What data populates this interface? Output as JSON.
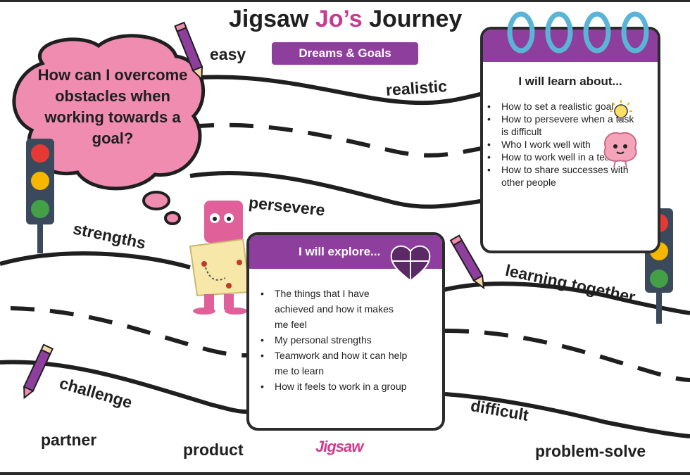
{
  "title": {
    "prefix": "Jigsaw ",
    "highlight": "Jo’s",
    "suffix": " Journey"
  },
  "subtitle_pill": "Dreams & Goals",
  "thought_bubble": {
    "question": "How can I overcome obstacles when working towards a goal?"
  },
  "road_words": {
    "easy": "easy",
    "realistic": "realistic",
    "persevere": "persevere",
    "strengths": "strengths",
    "learning_together": "learning together",
    "challenge": "challenge",
    "difficult": "difficult",
    "partner": "partner",
    "product": "product",
    "problem_solve": "problem-solve"
  },
  "learn_card": {
    "heading": "I will learn about...",
    "items": [
      "How to set a realistic goal",
      "How to persevere when a task is difficult",
      "Who I work well with",
      "How to work well in a team",
      "How to share successes with other people"
    ]
  },
  "explore_card": {
    "heading": "I will explore...",
    "items": [
      "The things that I have achieved and how it makes me feel",
      "My personal strengths",
      "Teamwork and how it can help me to learn",
      "How it feels to work in a group"
    ]
  },
  "logo": {
    "text": "Jigsaw"
  },
  "colors": {
    "purple": "#8e3f9e",
    "pink": "#f08cb0",
    "title_pink": "#c73b8f",
    "ring_blue": "#5ab4d6",
    "red": "#e53935",
    "amber": "#f5b700",
    "green": "#43a047"
  },
  "icons": [
    "pencil-icon",
    "traffic-light-icon",
    "lightbulb-icon",
    "brain-icon",
    "heart-puzzle-icon",
    "jigsaw-character-icon",
    "notebook-rings-icon"
  ]
}
